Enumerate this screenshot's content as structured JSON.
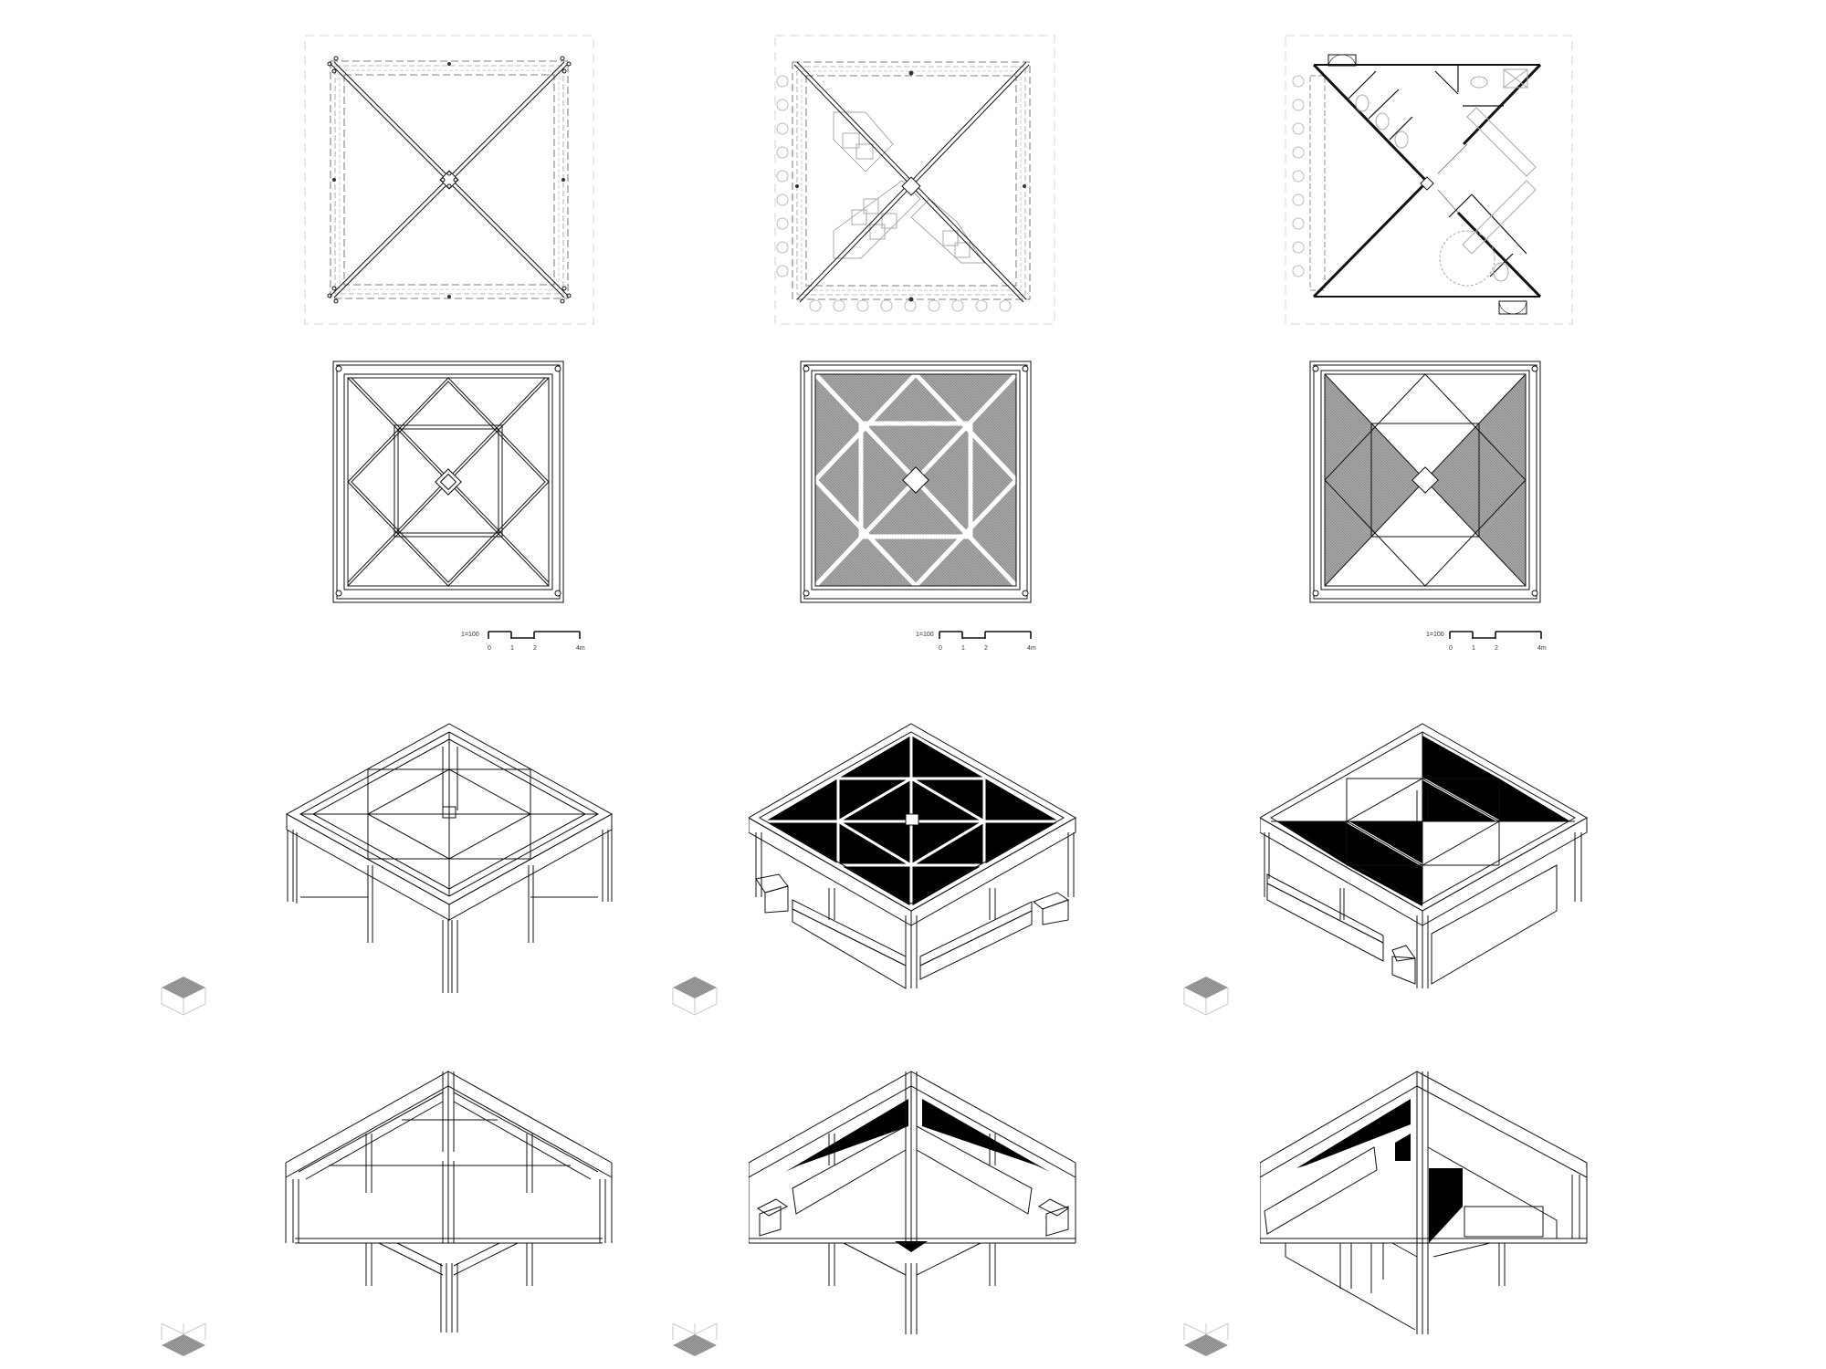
{
  "sheet": {
    "background": "#ffffff",
    "line_color": "#1a1a1a",
    "hatch_gray": "#9a9a9a",
    "solid_fill": "#000000",
    "ghost_line": "#c8c8c8"
  },
  "plans": [
    {
      "id": "plan-open",
      "variant": "open pavilion (structure only)"
    },
    {
      "id": "plan-kiosk",
      "variant": "kiosk with counters and seating"
    },
    {
      "id": "plan-toilets",
      "variant": "toilet block"
    }
  ],
  "roof_plans": [
    {
      "id": "roof-open",
      "fill": "none"
    },
    {
      "id": "roof-full",
      "fill": "all panels hatched"
    },
    {
      "id": "roof-partial",
      "fill": "left/right triangles + inner side triangles hatched"
    }
  ],
  "scale_bars": [
    {
      "ratio": "1=100",
      "ticks": [
        "0",
        "1",
        "2",
        "4m"
      ]
    },
    {
      "ratio": "1=100",
      "ticks": [
        "0",
        "1",
        "2",
        "4m"
      ]
    },
    {
      "ratio": "1=100",
      "ticks": [
        "0",
        "1",
        "2",
        "4m"
      ]
    }
  ],
  "axonometrics_top": [
    {
      "id": "axo-top-open",
      "view": "from above",
      "panels": "open"
    },
    {
      "id": "axo-top-kiosk",
      "view": "from above",
      "panels": "all solid"
    },
    {
      "id": "axo-top-toilets",
      "view": "from above",
      "panels": "partial solid"
    }
  ],
  "axonometrics_bottom": [
    {
      "id": "axo-bottom-open",
      "view": "from below"
    },
    {
      "id": "axo-bottom-kiosk",
      "view": "from below"
    },
    {
      "id": "axo-bottom-toilets",
      "view": "from below"
    }
  ],
  "view_icons": [
    {
      "id": "cube-top-1",
      "highlight": "top face"
    },
    {
      "id": "cube-top-2",
      "highlight": "top face"
    },
    {
      "id": "cube-top-3",
      "highlight": "top face"
    },
    {
      "id": "cube-bottom-1",
      "highlight": "bottom face"
    },
    {
      "id": "cube-bottom-2",
      "highlight": "bottom face"
    },
    {
      "id": "cube-bottom-3",
      "highlight": "bottom face"
    }
  ]
}
